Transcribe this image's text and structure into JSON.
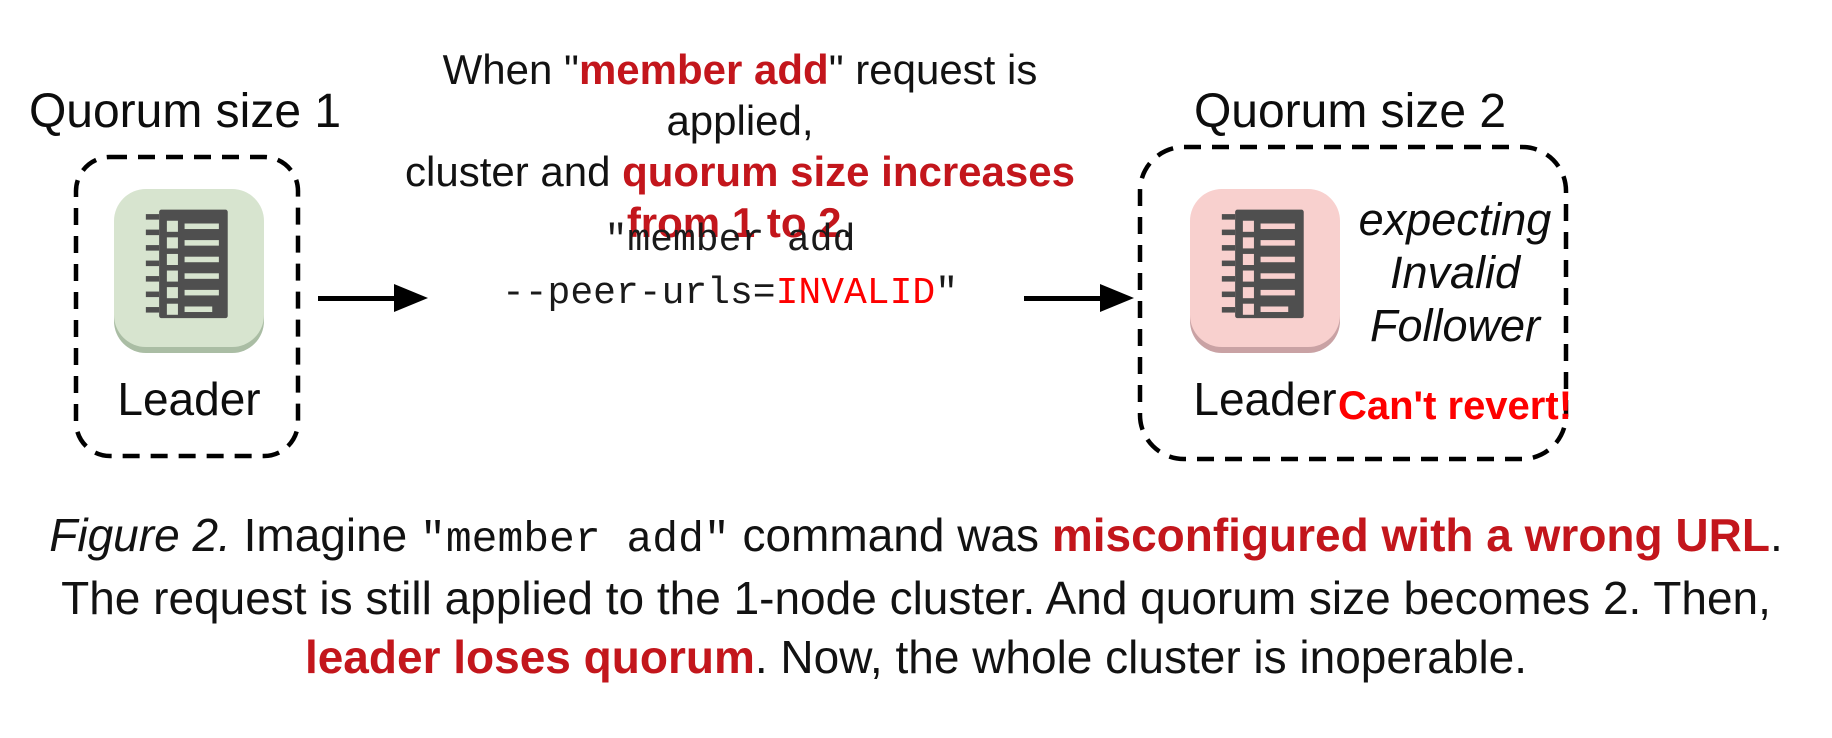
{
  "diagram": {
    "left_cluster": {
      "title": "Quorum size 1",
      "node_label": "Leader",
      "node_color": "#d7e4cf",
      "node_shadow_color": "#aabda4"
    },
    "annotation": {
      "line1_prefix": "When \"",
      "line1_red": "member add",
      "line1_suffix": "\" request is applied,",
      "line2_prefix": "cluster and ",
      "line2_red": "quorum size increases",
      "line3_red": "from 1 to 2",
      "line3_suffix": "."
    },
    "command": {
      "line1": "\"member add",
      "line2_prefix": "--peer-urls=",
      "line2_red": "INVALID",
      "line2_suffix": "\""
    },
    "right_cluster": {
      "title": "Quorum size 2",
      "node_label": "Leader",
      "node_color": "#f8d0ce",
      "node_shadow_color": "#c9a2a4",
      "expecting_line1": "expecting",
      "expecting_line2": "Invalid",
      "expecting_line3": "Follower",
      "warning": "Can't revert!"
    }
  },
  "caption": {
    "figure_label": "Figure 2.",
    "l1_after_label": " Imagine ",
    "l1_code": "\"member add\"",
    "l1_after_code": " command was ",
    "l1_red": "misconfigured with a wrong URL",
    "l1_end": ".",
    "line2": "The request is still applied to the 1-node cluster. And quorum size becomes 2. Then,",
    "l3_red": "leader loses quorum",
    "l3_rest": ". Now, the whole cluster is inoperable."
  },
  "colors": {
    "bold_red": "#c3161c",
    "bright_red": "#fe0000",
    "icon_dark": "#4f4f4f"
  }
}
